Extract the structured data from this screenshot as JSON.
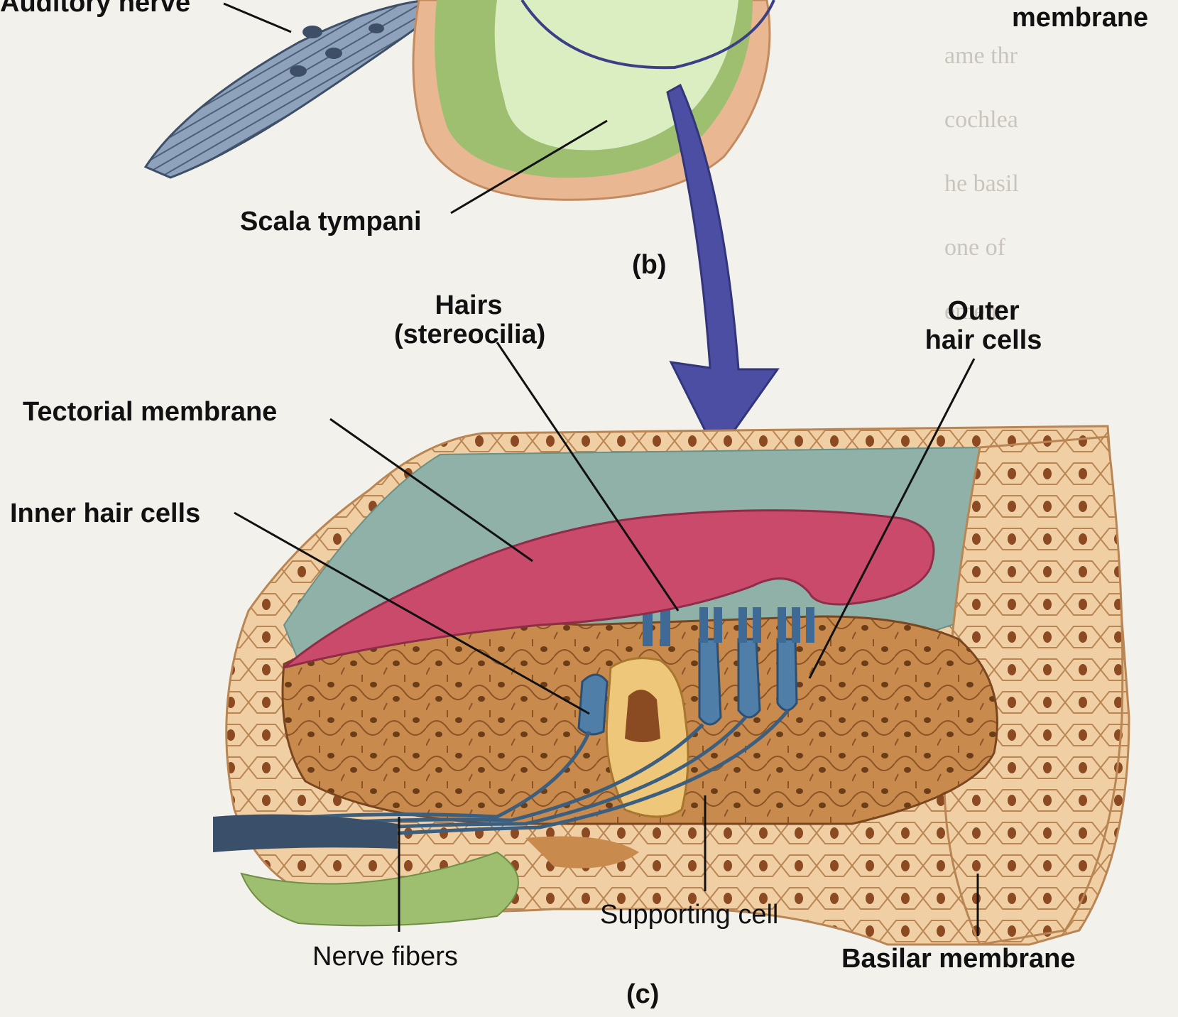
{
  "figure": {
    "panel_b": "(b)",
    "panel_c": "(c)"
  },
  "labels": {
    "auditory_nerve": "Auditory nerve",
    "membrane_top": "membrane",
    "scala_tympani": "Scala tympani",
    "hairs": "Hairs\n(stereocilia)",
    "outer_hair_cells": "Outer\nhair cells",
    "tectorial_membrane": "Tectorial membrane",
    "inner_hair_cells": "Inner hair cells",
    "supporting_cell": "Supporting cell",
    "nerve_fibers": "Nerve fibers",
    "basilar_membrane": "Basilar membrane"
  },
  "colors": {
    "background": "#f3f1ec",
    "arrow": "#4b4ea3",
    "tectorial": "#c94a6a",
    "teal_fluid": "#8fb1a8",
    "tissue": "#c98a4e",
    "tissue_light": "#e8c49a",
    "hair_cells": "#4f7ea8",
    "scala_green": "#8fb868",
    "scala_light": "#d8ecc0",
    "nerve": "#7b8fa8"
  }
}
